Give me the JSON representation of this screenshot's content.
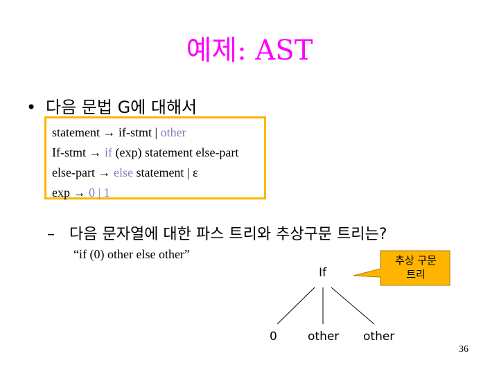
{
  "title": "예제: AST",
  "bullet": {
    "marker": "•",
    "text": "다음 문법 G에 대해서"
  },
  "grammar": {
    "line1": {
      "lhs": "statement → if-stmt |",
      "kw": "other"
    },
    "line2": {
      "a": "If-stmt →",
      "kw_if": "if",
      "b": "(exp) statement else-part"
    },
    "line3": {
      "a": "else-part →",
      "kw_else": "else",
      "b": "statement | ε"
    },
    "line4": {
      "a": "exp →",
      "kw_nums": "0 | 1"
    }
  },
  "sub_bullet": {
    "marker": "–",
    "text": "다음 문자열에 대한 파스 트리와 추상구문 트리는?"
  },
  "input_string": "“if (0) other else other”",
  "tree": {
    "root": "If",
    "child1": "0",
    "child2": "other",
    "child3": "other"
  },
  "callout": {
    "text_line1": "추상 구문",
    "text_line2": "트리",
    "fill": "#ffb400"
  },
  "page_number": "36",
  "colors": {
    "title": "#ff00ff",
    "keyword": "#8080c0",
    "box_border": "#ffb400"
  }
}
